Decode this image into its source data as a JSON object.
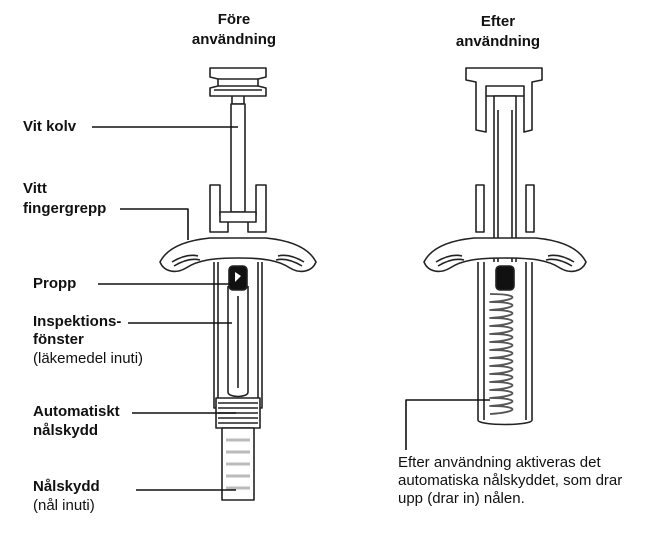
{
  "headings": {
    "before_line1": "Före",
    "before_line2": "användning",
    "after_line1": "Efter",
    "after_line2": "användning"
  },
  "labels": {
    "plunger": "Vit kolv",
    "finger_grip_line1": "Vitt",
    "finger_grip_line2": "fingergrepp",
    "stopper": "Propp",
    "window_line1": "Inspektions-",
    "window_line2": "fönster",
    "window_line3": "(läkemedel inuti)",
    "guard_line1": "Automatiskt",
    "guard_line2": "nålskydd",
    "cap_line1": "Nålskydd",
    "cap_line2": "(nål inuti)"
  },
  "caption": {
    "line1": "Efter användning aktiveras det",
    "line2": "automatiska nålskyddet, som drar",
    "line3": "upp (drar in) nålen."
  }
}
